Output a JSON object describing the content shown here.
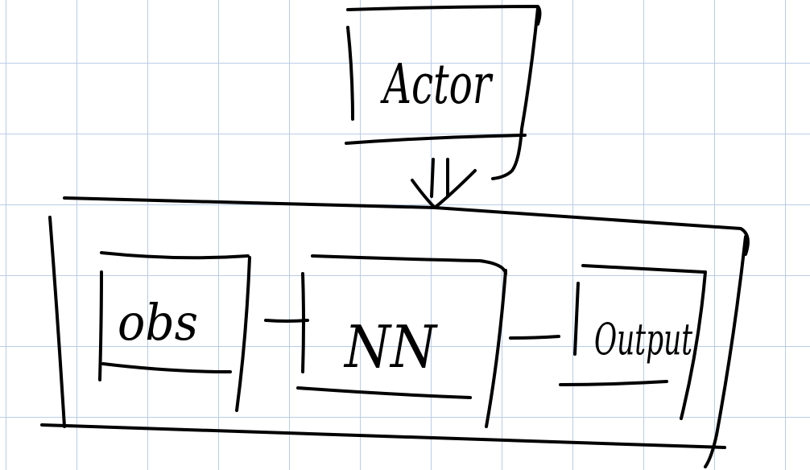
{
  "diagram": {
    "nodes": {
      "actor": {
        "label": "Actor"
      },
      "obs": {
        "label": "obs"
      },
      "nn": {
        "label": "NN"
      },
      "output": {
        "label": "Output"
      }
    },
    "edges": [
      {
        "from": "actor",
        "to": "pipeline-box",
        "style": "arrow"
      },
      {
        "from": "obs",
        "to": "nn",
        "style": "line"
      },
      {
        "from": "nn",
        "to": "output",
        "style": "line"
      }
    ],
    "colors": {
      "ink": "#000000",
      "grid": "#b9cde6",
      "background": "#ffffff"
    }
  }
}
